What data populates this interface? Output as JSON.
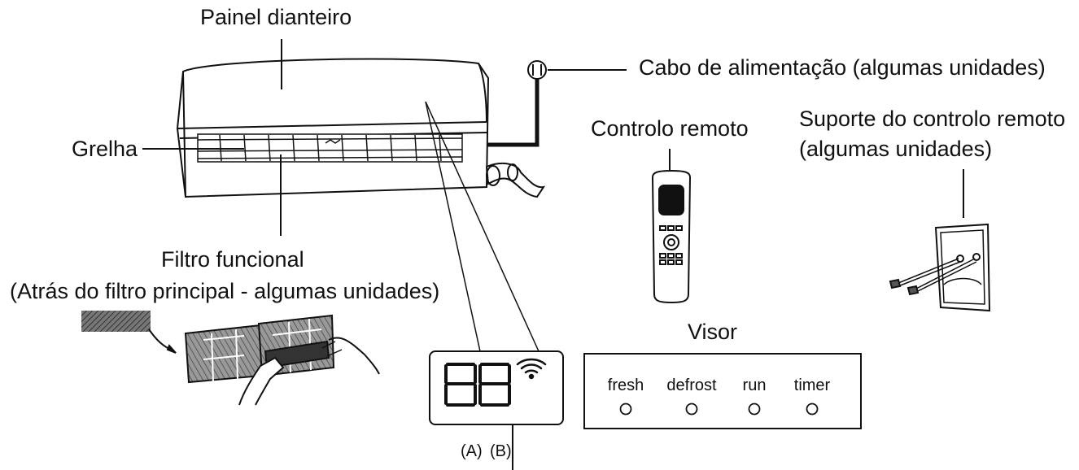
{
  "labels": {
    "front_panel": "Painel dianteiro",
    "power_cable": "Cabo de alimentação (algumas unidades)",
    "remote_control": "Controlo remoto",
    "remote_holder_line1": "Suporte do controlo remoto",
    "remote_holder_line2": "(algumas unidades)",
    "grille": "Grelha",
    "functional_filter_line1": "Filtro funcional",
    "functional_filter_line2": "(Atrás do filtro principal - algumas unidades)",
    "display_title": "Visor",
    "display_marker_a": "(A)",
    "display_marker_b": "(B)"
  },
  "display_panel": {
    "indicators": [
      "fresh",
      "defrost",
      "run",
      "timer"
    ]
  },
  "digital_display": {
    "digits": "88",
    "wifi_icon": "wifi-icon"
  },
  "colors": {
    "line": "#111111",
    "background": "#ffffff"
  }
}
